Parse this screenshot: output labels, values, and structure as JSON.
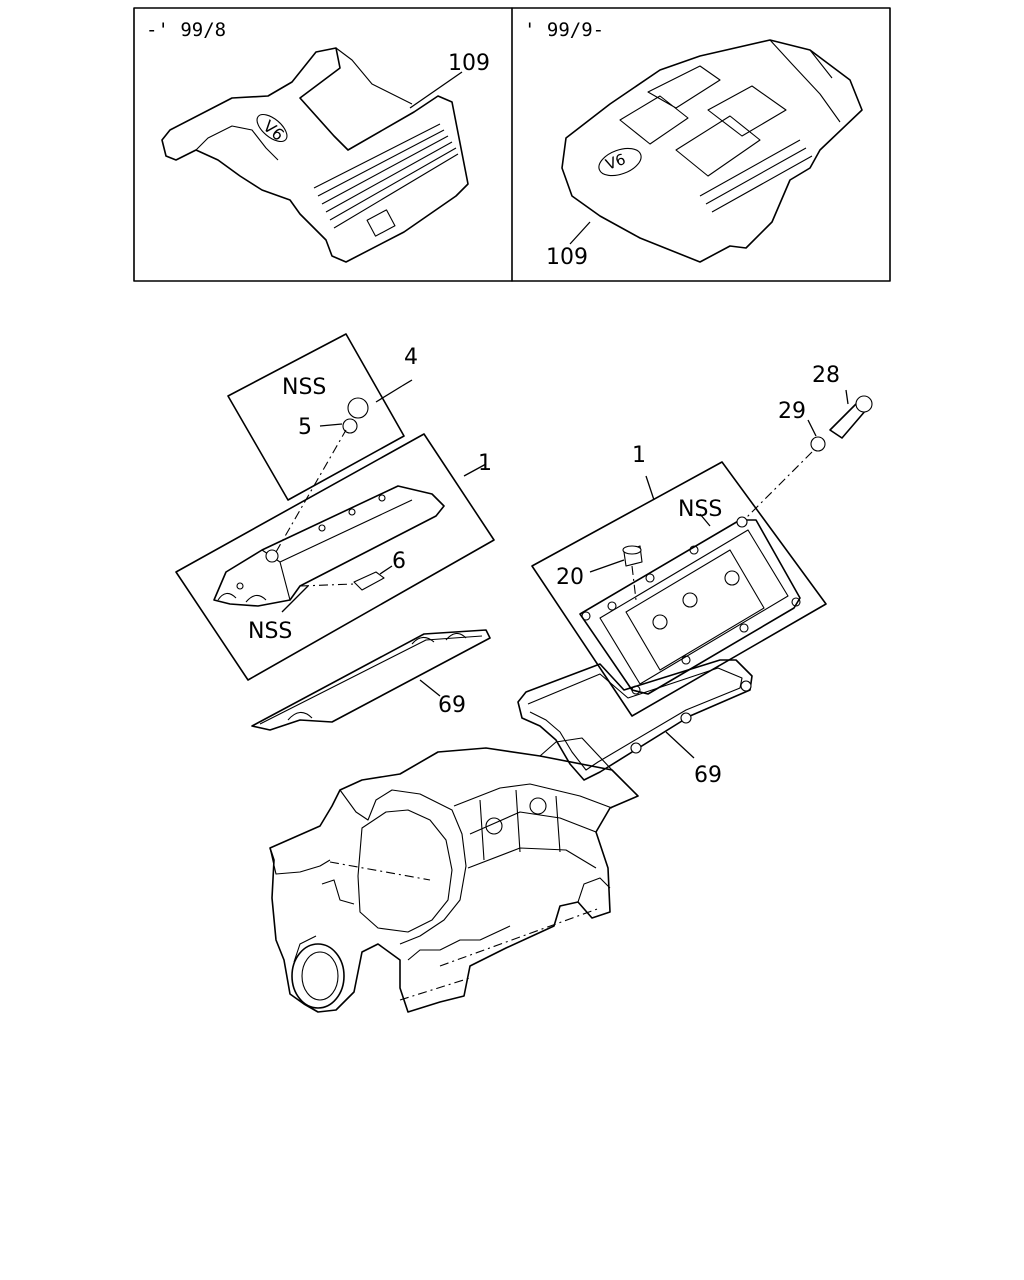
{
  "top_panels": {
    "left": {
      "range_label": "-' 99/8",
      "part_label": "109"
    },
    "right": {
      "range_label": "' 99/9-",
      "part_label": "109"
    }
  },
  "callouts": {
    "part_4": "4",
    "nss_left_top": "NSS",
    "part_5": "5",
    "part_1_left": "1",
    "part_6": "6",
    "nss_left_bottom": "NSS",
    "part_69_left": "69",
    "part_28": "28",
    "part_29": "29",
    "part_1_right": "1",
    "nss_right": "NSS",
    "part_20": "20",
    "part_69_right": "69"
  },
  "emblem_text": "V6"
}
